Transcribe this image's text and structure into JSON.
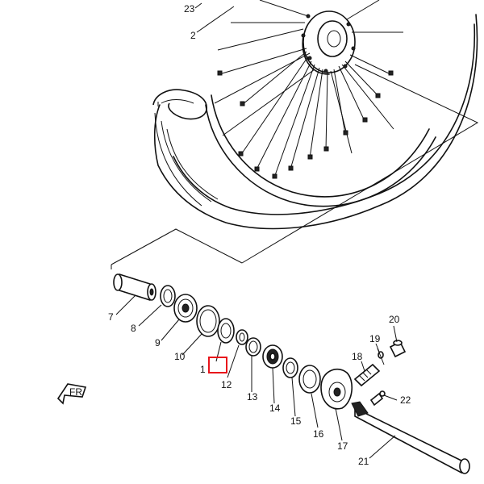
{
  "diagram": {
    "labels": {
      "p2": "2",
      "p23": "23",
      "p7": "7",
      "p8": "8",
      "p9": "9",
      "p10": "10",
      "p11": "1",
      "p12": "12",
      "p13": "13",
      "p14": "14",
      "p15": "15",
      "p16": "16",
      "p17": "17",
      "p18": "18",
      "p19": "19",
      "p20": "20",
      "p21": "21",
      "p22": "22",
      "fr": "FR"
    },
    "highlight_color": "#e8141b",
    "line_color": "#111111"
  }
}
